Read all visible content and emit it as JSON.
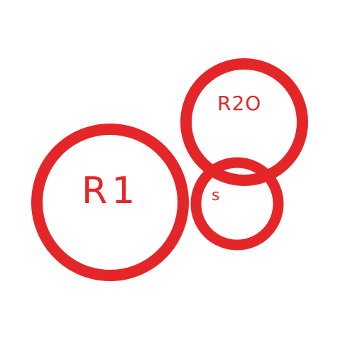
{
  "logo": {
    "labels": {
      "large_circle": "R1",
      "top_circle": "R2O",
      "small_circle": "s"
    },
    "colors": {
      "ring": "#e52629",
      "background": "#ffffff",
      "text": "#e52629"
    }
  }
}
